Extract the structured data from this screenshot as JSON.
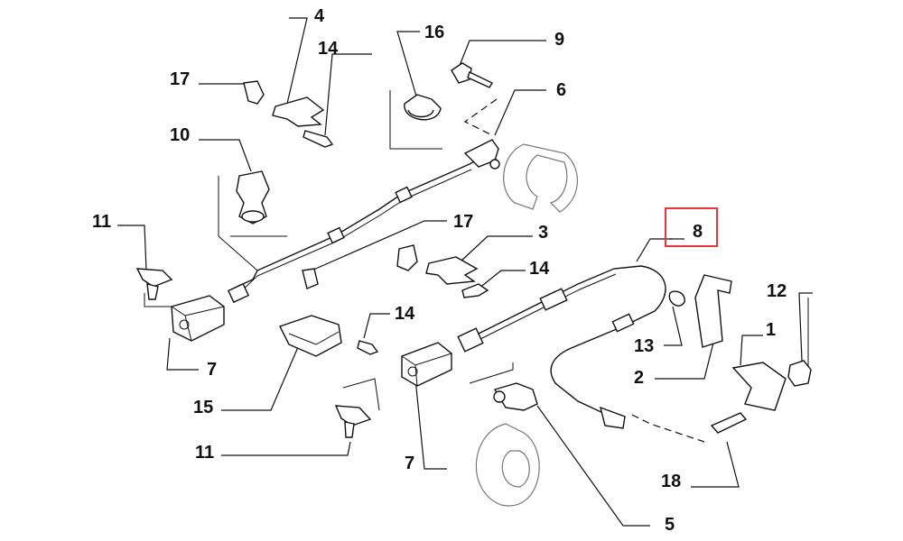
{
  "diagram": {
    "highlight_color": "#e8343c",
    "callouts": {
      "c4": "4",
      "c16": "16",
      "c9": "9",
      "c14a": "14",
      "c17a": "17",
      "c6": "6",
      "c10": "10",
      "c11a": "11",
      "c17b": "17",
      "c3": "3",
      "c8": "8",
      "c14b": "14",
      "c12": "12",
      "c1": "1",
      "c14c": "14",
      "c13": "13",
      "c7a": "7",
      "c2": "2",
      "c15": "15",
      "c7b": "7",
      "c11b": "11",
      "c18": "18",
      "c5": "5"
    },
    "highlighted_callout": "8"
  }
}
